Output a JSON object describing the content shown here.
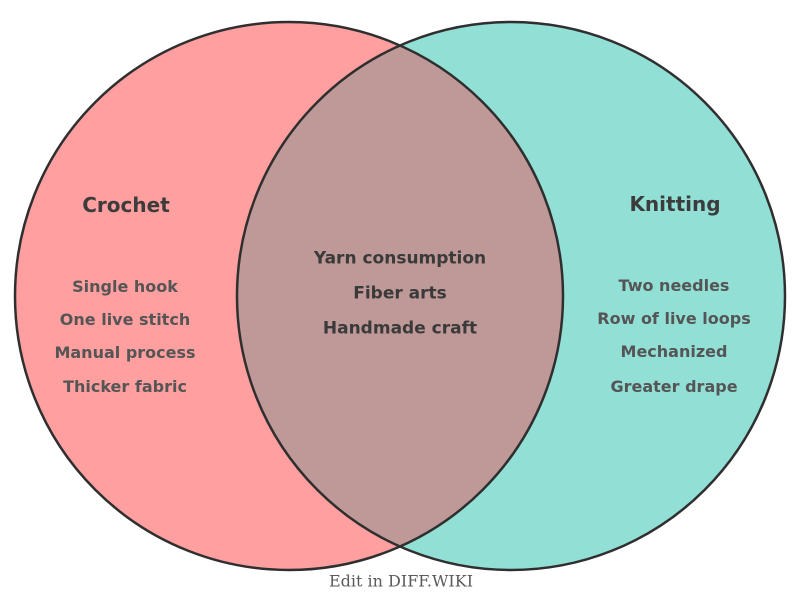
{
  "diagram": {
    "type": "venn",
    "left": {
      "title": "Crochet",
      "fill": "#FF9F9F",
      "items": [
        "Single hook",
        "One live stitch",
        "Manual process",
        "Thicker fabric"
      ]
    },
    "right": {
      "title": "Knitting",
      "fill": "#92DFD6",
      "items": [
        "Two needles",
        "Row of live loops",
        "Mechanized",
        "Greater drape"
      ]
    },
    "overlap": {
      "fill": "#BF9998",
      "items": [
        "Yarn consumption",
        "Fiber arts",
        "Handmade craft"
      ]
    },
    "stroke_color": "#2F2F2F",
    "text_colors": {
      "title": "#3C3C3C",
      "side_items": "#555555",
      "overlap_items": "#3A3A3A",
      "footer": "#5A5A5A"
    },
    "footer": "Edit in DIFF.WIKI"
  }
}
